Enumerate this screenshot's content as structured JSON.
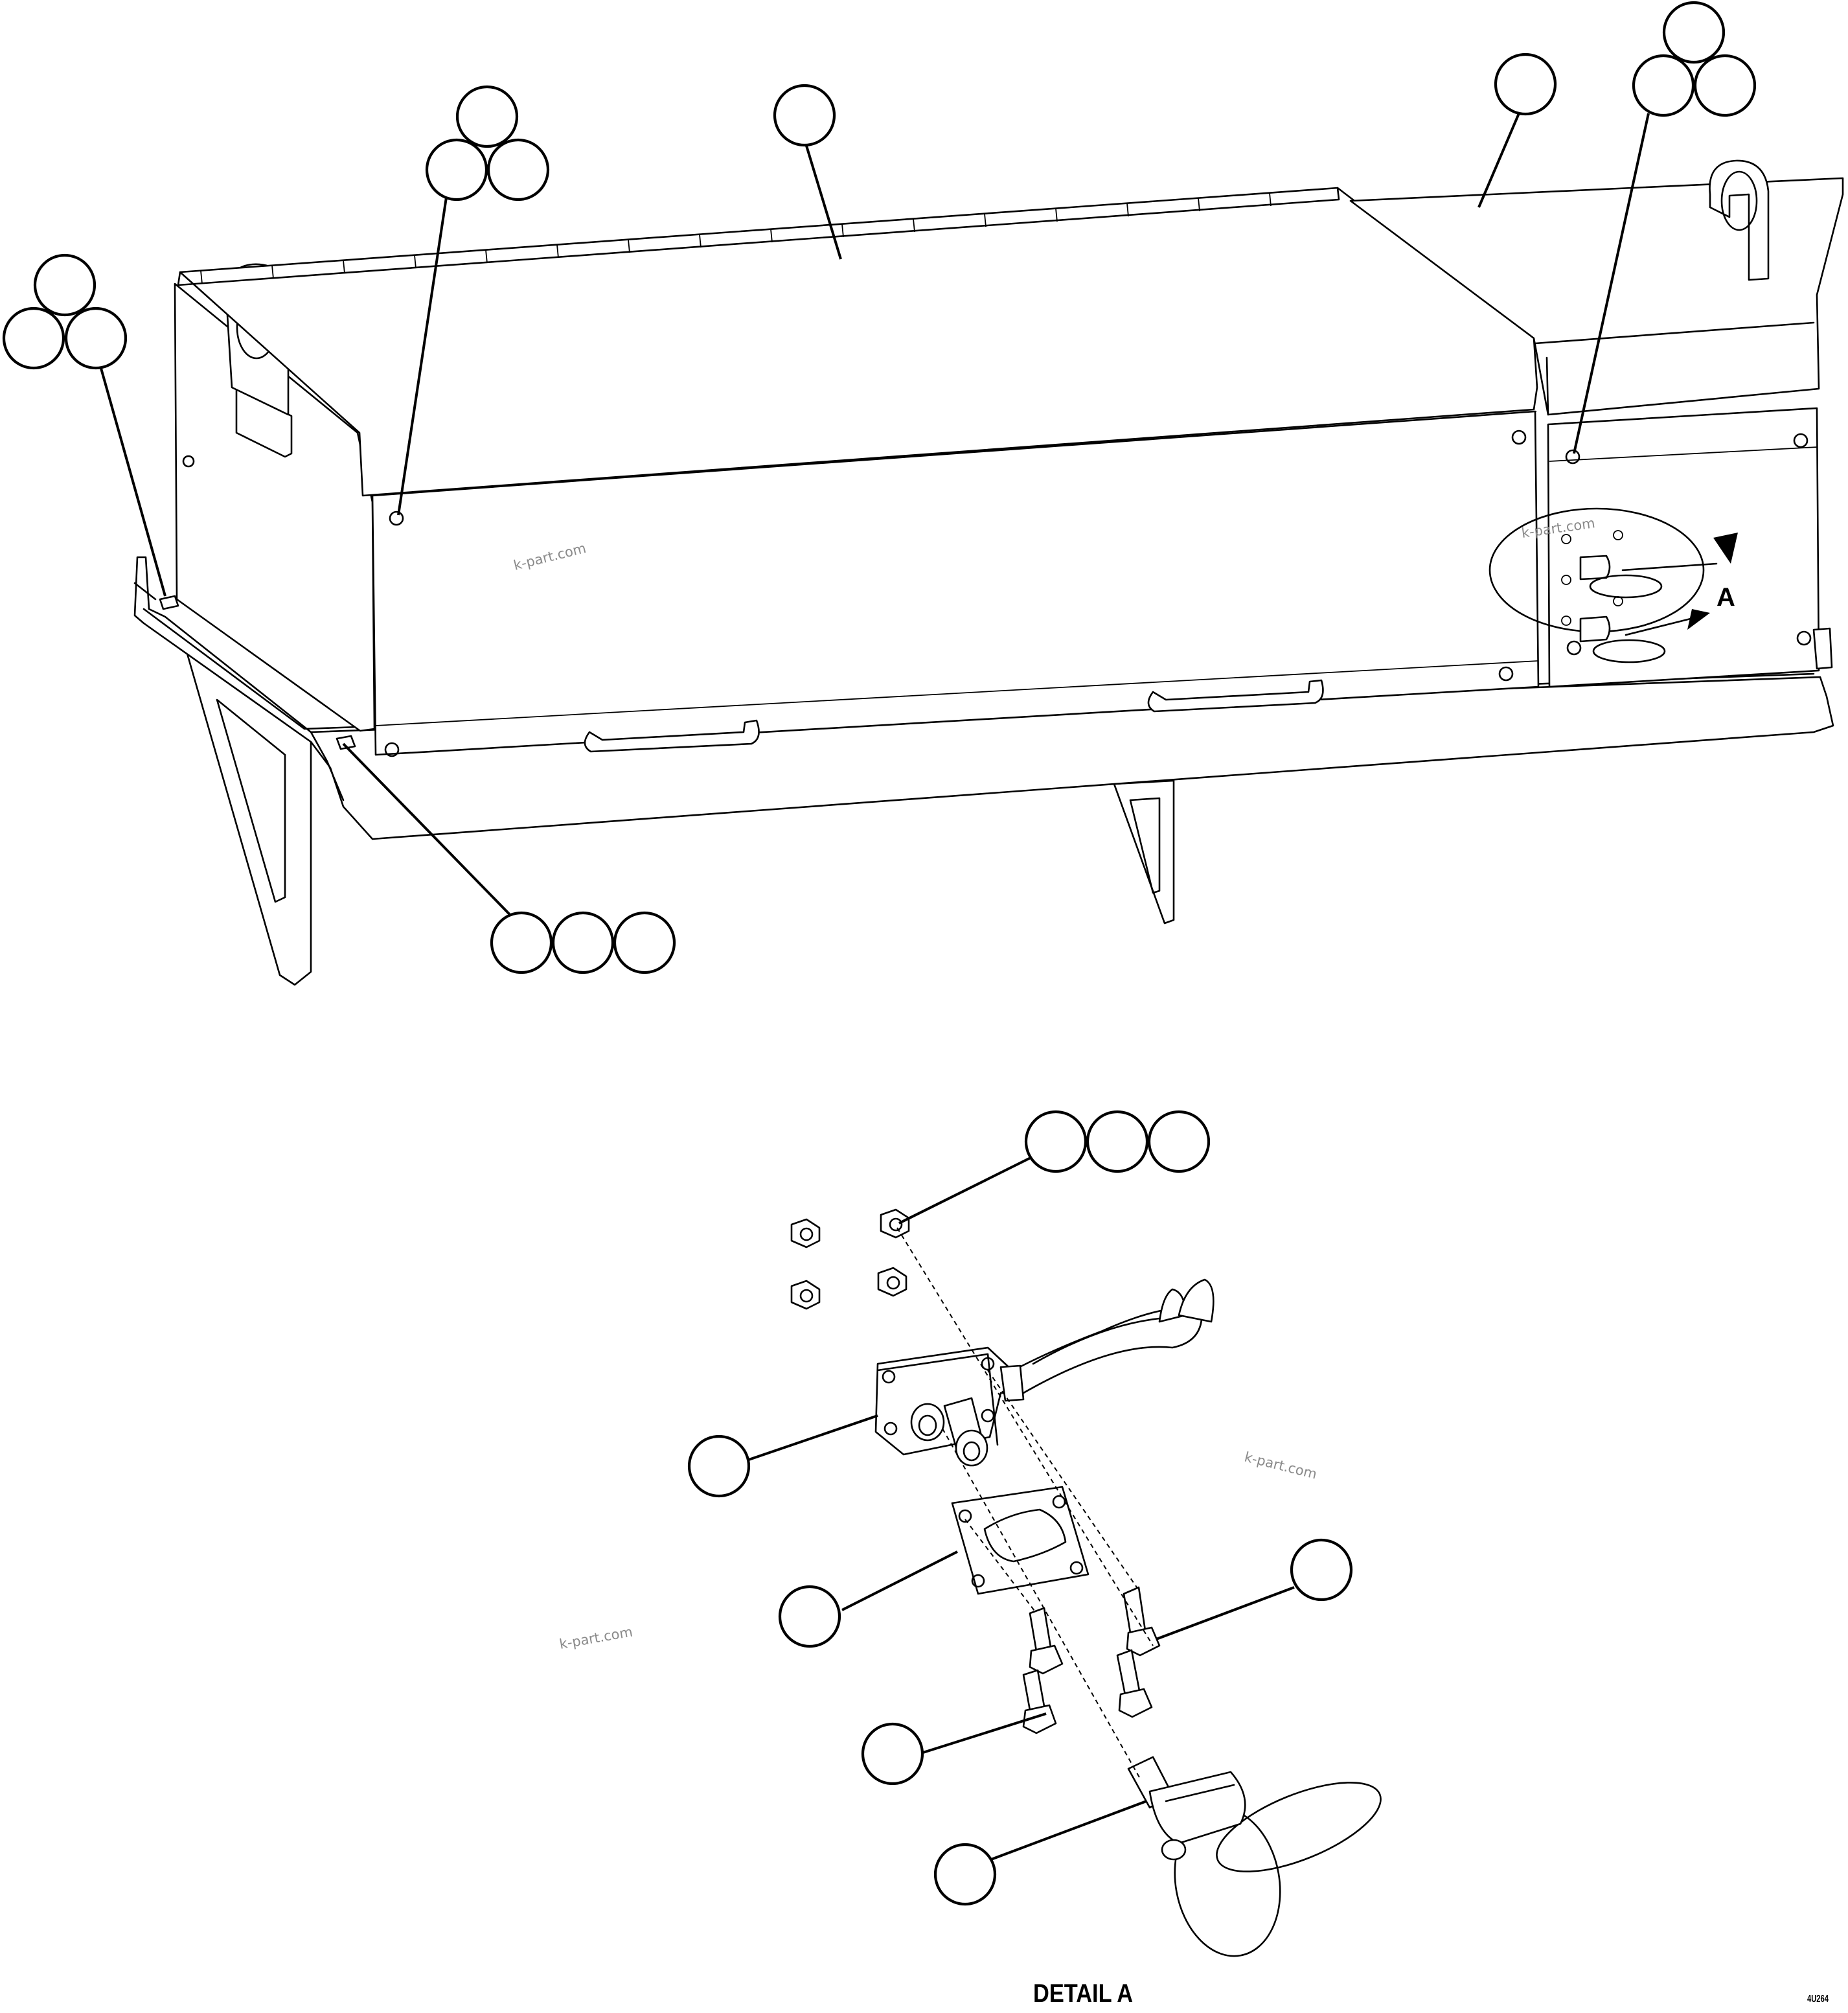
{
  "watermark_text": "k-part.com",
  "view_label": "A",
  "detail_caption": "DETAIL A",
  "figure_code": "4U264"
}
